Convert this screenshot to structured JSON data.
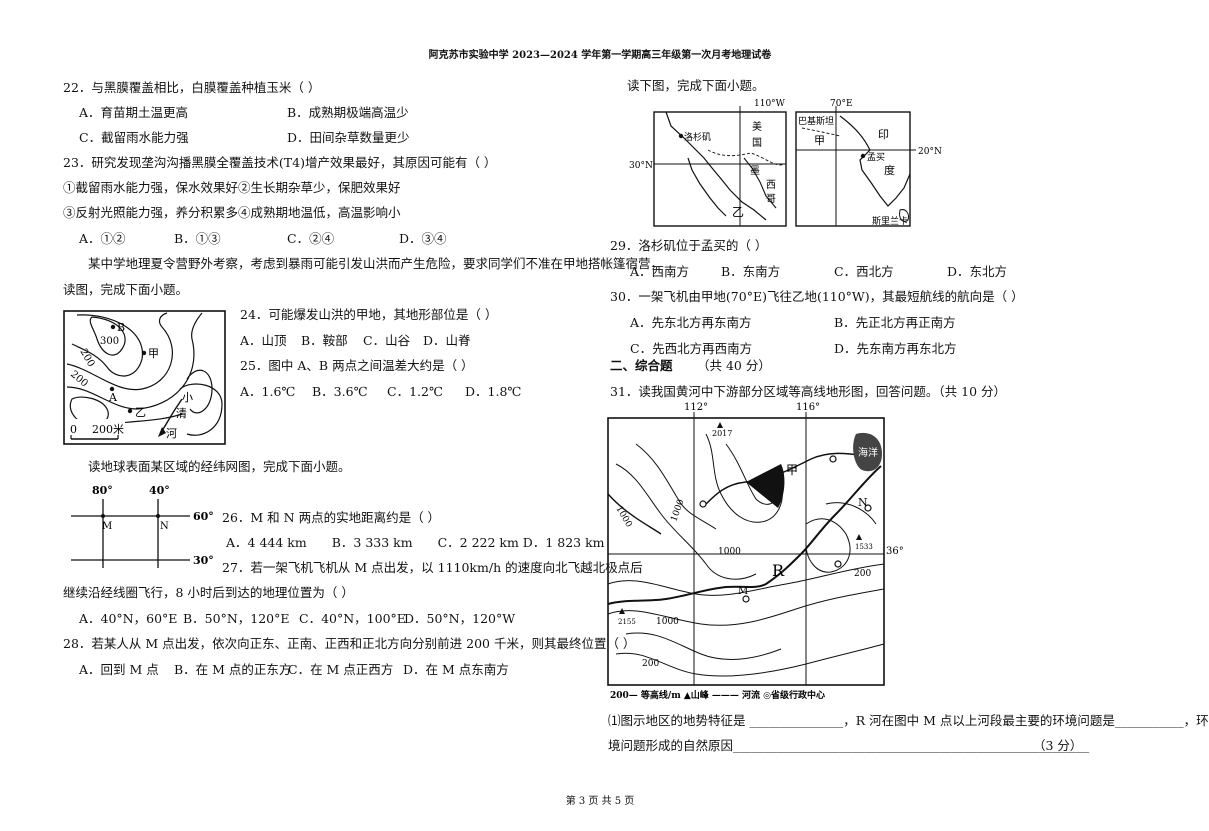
{
  "header": {
    "title": "阿克苏市实验中学 2023—2024 学年第一学期高三年级第一次月考地理试卷"
  },
  "footer": {
    "page": "第 3 页 共 5 页"
  },
  "left": {
    "q22": {
      "stem": "22．与黑膜覆盖相比，白膜覆盖种植玉米（ ）",
      "a": "A．育苗期土温更高",
      "b": "B．成熟期极端高温少",
      "c": "C．截留雨水能力强",
      "d": "D．田间杂草数量更少"
    },
    "q23": {
      "stem": "23．研究发现垄沟沟播黑膜全覆盖技术(T4)增产效果最好，其原因可能有（ ）",
      "line1": "①截留雨水能力强，保水效果好②生长期杂草少，保肥效果好",
      "line2": "③反射光照能力强，养分积累多④成熟期地温低，高温影响小",
      "a": "A．①②",
      "b": "B．①③",
      "c": "C．②④",
      "d": "D．③④"
    },
    "intro24": {
      "line1": "某中学地理夏令营野外考察，考虑到暴雨可能引发山洪而产生危险，要求同学们不准在甲地搭帐篷宿营，",
      "line2": "读图，完成下面小题。"
    },
    "q24": {
      "stem": "24．可能爆发山洪的甲地，其地形部位是（ ）",
      "a": "A．山顶",
      "b": "B．鞍部",
      "c": "C．山谷",
      "d": "D．山脊"
    },
    "q25": {
      "stem": "25．图中 A、B 两点之间温差大约是（ ）",
      "a": "A．1.6℃",
      "b": "B．3.6℃",
      "c": "C．1.2℃",
      "d": "D．1.8℃"
    },
    "map1": {
      "b": "B",
      "v300": "300",
      "jia": "甲",
      "v200a": "200",
      "v200b": "200",
      "a": "A",
      "yi": "乙",
      "river1": "小",
      "river2": "清",
      "river3": "河",
      "scale": "0",
      "scale_val": "200米"
    },
    "intro26": {
      "text": "读地球表面某区域的经纬网图，完成下面小题。"
    },
    "grid": {
      "lon1": "80°",
      "lon2": "40°",
      "lat1": "60°",
      "lat2": "30°",
      "m": "M",
      "n": "N"
    },
    "q26": {
      "stem": "26．M 和 N 两点的实地距离约是（ ）",
      "opts": "A．4 444 km　　B．3 333 km　　C．2 222 km D．1 823 km"
    },
    "q27": {
      "stem": "27．若一架飞机飞机从 M 点出发，以 1110km/h 的速度向北飞越北极点后",
      "line2": "继续沿经线圈飞行，8 小时后到达的地理位置为（ ）",
      "a": "A．40°N，60°E",
      "b": "B．50°N，120°E",
      "c": "C．40°N，100°E",
      "d": "D．50°N，120°W"
    },
    "q28": {
      "stem": "28．若某人从 M 点出发，依次向正东、正南、正西和正北方向分别前进 200 千米，则其最终位置（ ）",
      "a": "A．回到 M 点",
      "b": "B．在 M 点的正东方",
      "c": "C．在 M 点正西方",
      "d": "D．在 M 点东南方"
    }
  },
  "right": {
    "intro29": {
      "text": "读下图，完成下面小题。"
    },
    "map2": {
      "lon1": "110°W",
      "lon2": "70°E",
      "usa": "美",
      "usa2": "国",
      "la": "洛杉矶",
      "lat1": "30°N",
      "mex1": "墨",
      "mex2": "西",
      "mex3": "哥",
      "yi": "乙",
      "pak": "巴基斯坦",
      "jia": "甲",
      "ind1": "印",
      "ind2": "度",
      "mumbai": "孟买",
      "lat2": "20°N",
      "sri": "斯里兰卡"
    },
    "q29": {
      "stem": "29．洛杉矶位于孟买的（ ）",
      "a": "A．西南方",
      "b": "B．东南方",
      "c": "C．西北方",
      "d": "D．东北方"
    },
    "q30": {
      "stem": "30．一架飞机由甲地(70°E)飞往乙地(110°W)，其最短航线的航向是（ ）",
      "a": "A．先东北方再东南方",
      "b": "B．先正北方再正南方",
      "c": "C．先西北方再西南方",
      "d": "D．先东南方再东北方"
    },
    "section2": {
      "title": "二、综合题",
      "score": "（共 40 分）"
    },
    "q31": {
      "stem": "31．读我国黄河中下游部分区域等高线地形图，回答问题。（共 10 分）"
    },
    "map3": {
      "lon1": "112°",
      "lon2": "116°",
      "lat": "36°",
      "peak1": "2017",
      "jia": "甲",
      "sea": "海洋",
      "n": "N",
      "peak2": "1533",
      "c1000a": "1000",
      "c1000b": "1000",
      "c1000c": "1000",
      "c1000d": "1000",
      "r": "R",
      "c200a": "200",
      "c200b": "200",
      "m": "M",
      "peak3": "2155",
      "legend": "200— 等高线/m  ▲山峰  ——— 河流  ◎省级行政中心"
    },
    "q31_1": {
      "line1": "⑴图示地区的地势特征是 _______________，R 河在图中 M 点以上河段最主要的环境问题是___________，环",
      "line2": "境问题形成的自然原因_________________________________________________________",
      "score": "（3 分）"
    }
  }
}
